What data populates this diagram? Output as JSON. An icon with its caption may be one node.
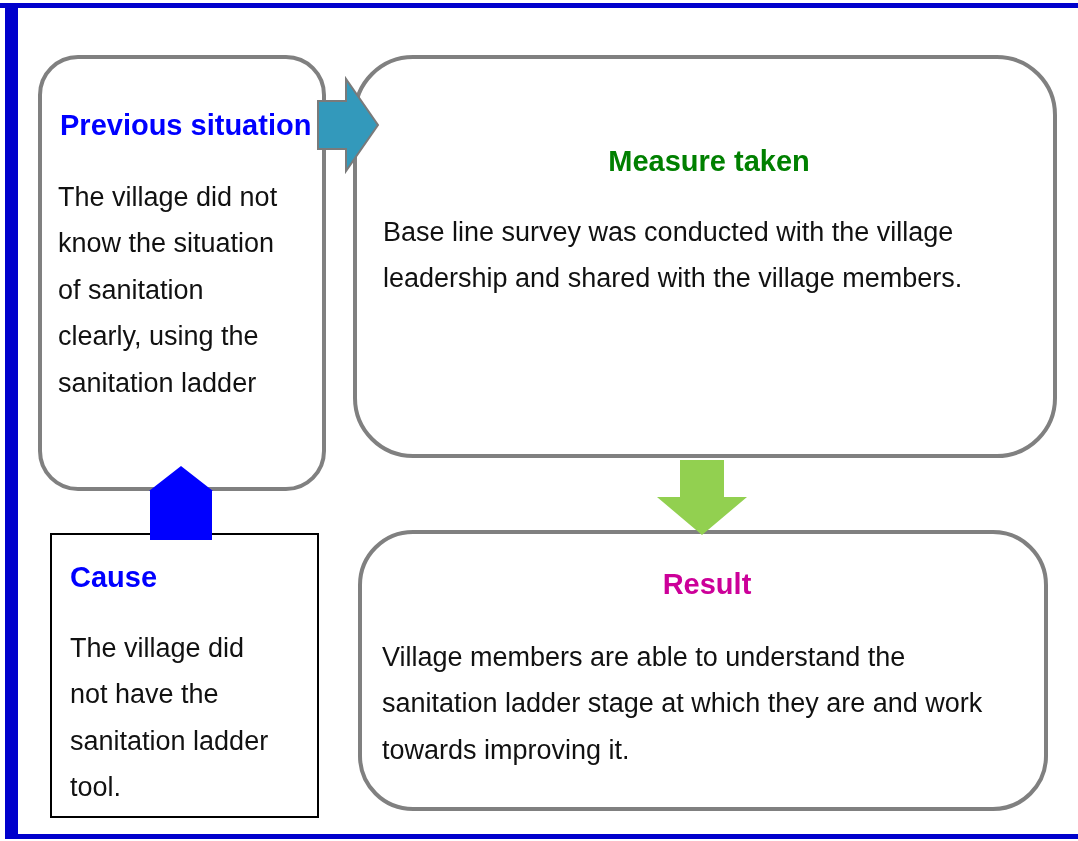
{
  "diagram": {
    "nodes": [
      {
        "text": [
          "Previous situation",
          "The village did not know the situation of sanitation clearly, using the sanitation ladder"
        ]
      },
      {
        "text": [
          "Measure taken",
          "Base line survey was conducted with the village leadership and shared with the village members."
        ]
      },
      {
        "text": [
          "Cause",
          "The village did not have the sanitation ladder tool."
        ]
      },
      {
        "text": [
          "Result",
          "Village members are able to understand the sanitation ladder stage at which they are and work towards improving it."
        ]
      }
    ],
    "edges": [
      {
        "from": 0,
        "to": 1,
        "arrow": "to",
        "style": "thick",
        "color": "#3399bb"
      },
      {
        "from": 2,
        "to": 0,
        "arrow": "to",
        "style": "thick",
        "color": "#0000ff"
      },
      {
        "from": 1,
        "to": 3,
        "arrow": "to",
        "style": "thick",
        "color": "#92d050"
      }
    ]
  }
}
